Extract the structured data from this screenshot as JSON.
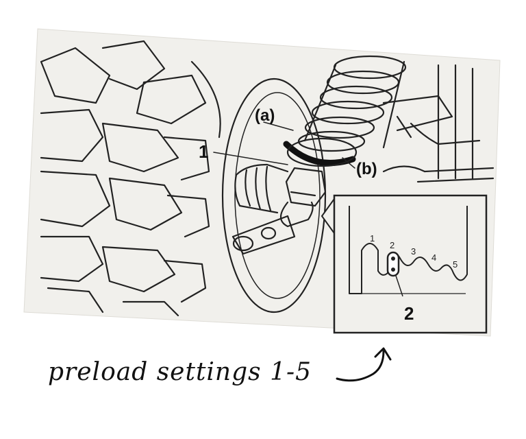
{
  "callouts": {
    "a": "(a)",
    "b": "(b)",
    "one": "1",
    "two": "2"
  },
  "inset": {
    "positions": [
      "1",
      "2",
      "3",
      "4",
      "5"
    ]
  },
  "caption": "preload settings 1-5",
  "icons": [
    "curved-arrow-icon"
  ]
}
